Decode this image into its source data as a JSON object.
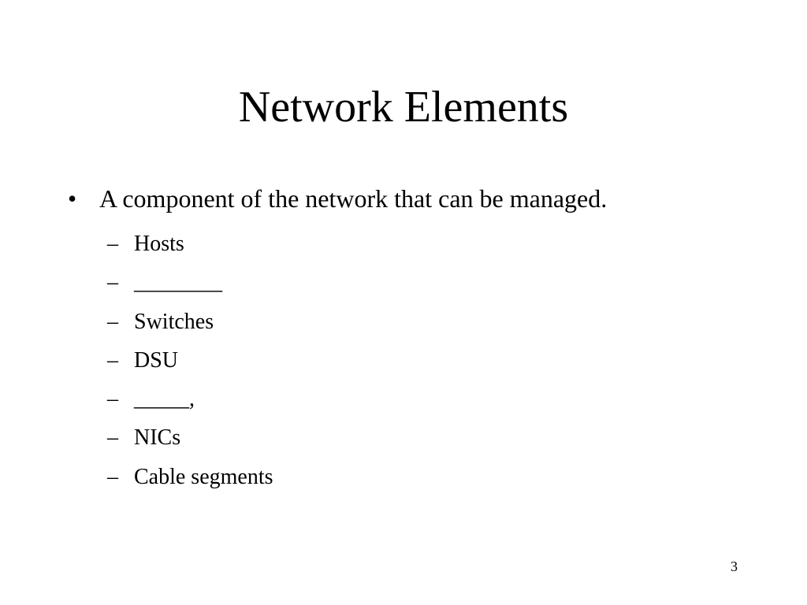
{
  "slide": {
    "title": "Network Elements",
    "bullet": {
      "marker": "•",
      "text": "A component of the network that can be managed."
    },
    "sub_marker": "–",
    "sub_items": [
      "Hosts",
      "________",
      "Switches",
      "DSU",
      "_____,",
      "NICs",
      "Cable segments"
    ],
    "page_number": "3"
  }
}
